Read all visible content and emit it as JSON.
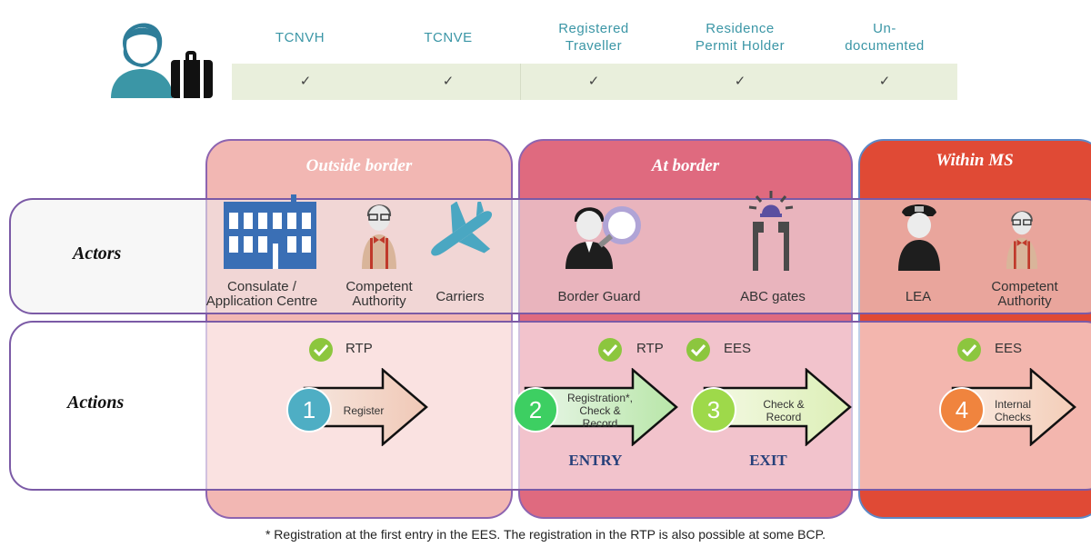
{
  "traveller_categories": [
    {
      "label": "TCNVH",
      "check": "✓"
    },
    {
      "label": "TCNVE",
      "check": "✓"
    },
    {
      "label": "Registered\nTraveller",
      "check": "✓"
    },
    {
      "label": "Residence\nPermit Holder",
      "check": "✓"
    },
    {
      "label": "Un-\ndocumented",
      "check": "✓"
    }
  ],
  "zones": {
    "outside": "Outside border",
    "at": "At border",
    "within": "Within MS"
  },
  "rows": {
    "actors": "Actors",
    "actions": "Actions"
  },
  "actors": {
    "consulate": "Consulate /\nApplication Centre",
    "competent_authority_1": "Competent\nAuthority",
    "carriers": "Carriers",
    "border_guard": "Border Guard",
    "abc_gates": "ABC gates",
    "lea": "LEA",
    "competent_authority_2": "Competent\nAuthority"
  },
  "system_tags": {
    "outside_rtp": "RTP",
    "border_rtp": "RTP",
    "border_ees": "EES",
    "within_ees": "EES"
  },
  "steps": [
    {
      "number": "1",
      "label": "Register",
      "color": "#4eaec4"
    },
    {
      "number": "2",
      "label": "Registration*,\nCheck &\nRecord",
      "color": "#3dcf62"
    },
    {
      "number": "3",
      "label": "Check &\nRecord",
      "color": "#9ed94a"
    },
    {
      "number": "4",
      "label": "Internal\nChecks",
      "color": "#f0843e"
    }
  ],
  "phases": {
    "entry": "ENTRY",
    "exit": "EXIT"
  },
  "footnote": "* Registration at the first entry in the EES. The registration in the RTP is also possible at some BCP.",
  "colors": {
    "outside_zone": "#f2b7b3",
    "at_zone": "#e0687c",
    "within_zone": "#e04a35",
    "category_text": "#3b96a6",
    "check_band": "#e9efdc",
    "frame": "#7b5aa6"
  }
}
